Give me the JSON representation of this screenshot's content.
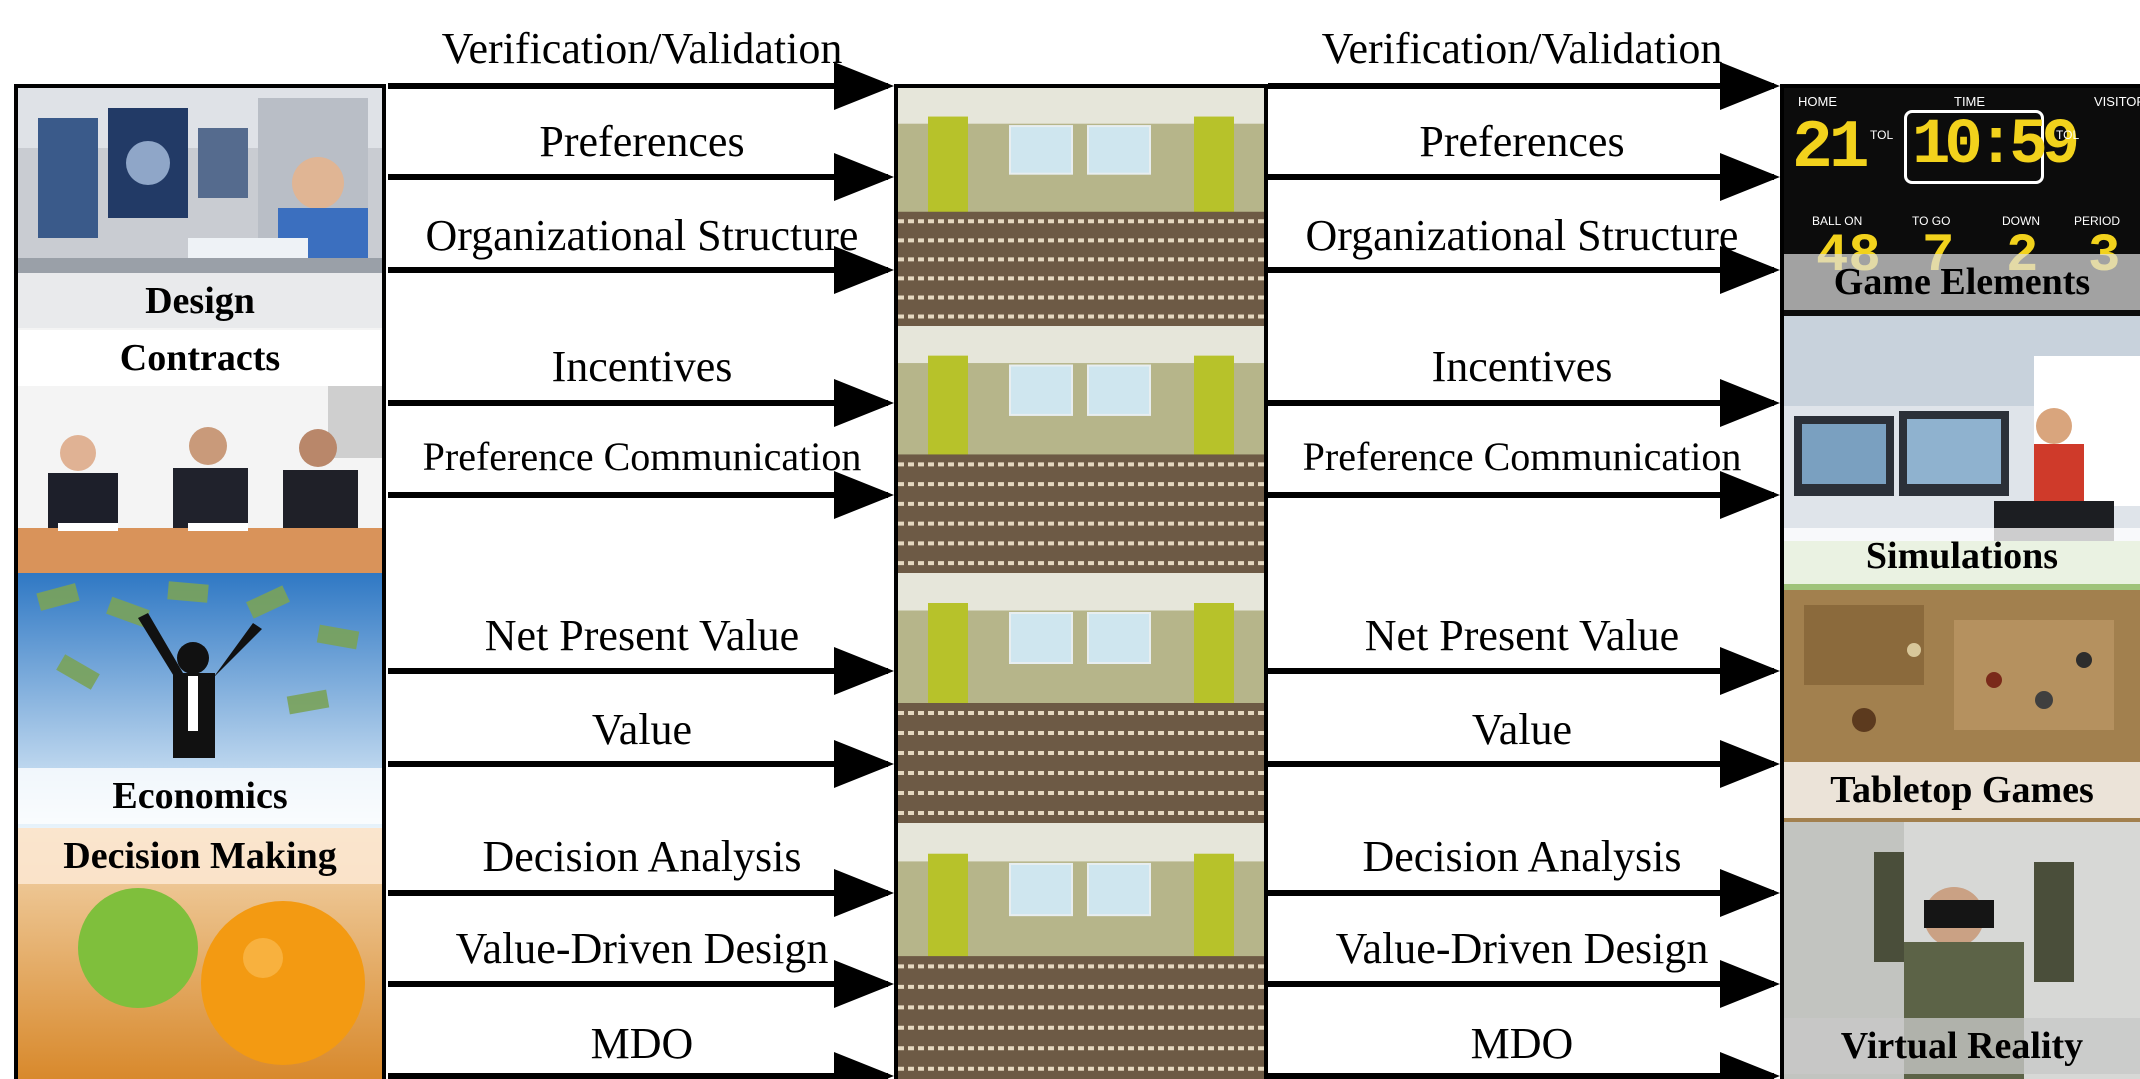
{
  "left_column": {
    "captions": [
      "Design",
      "Contracts",
      "Economics",
      "Decision Making"
    ]
  },
  "right_column": {
    "captions": [
      "Game Elements",
      "Simulations",
      "Tabletop Games",
      "Virtual Reality"
    ],
    "scoreboard": {
      "home": "HOME",
      "time": "TIME",
      "visitor": "VISITOR",
      "home_score": "21",
      "clock": "10:59",
      "tol": "TOL",
      "ball_on": "BALL ON",
      "to_go": "TO GO",
      "down": "DOWN",
      "period": "PERIOD",
      "ball_on_val": "48",
      "to_go_val": "7",
      "down_val": "2",
      "period_val": "3"
    }
  },
  "left_flows": [
    "Verification/Validation",
    "Preferences",
    "Organizational Structure",
    "Incentives",
    "Preference Communication",
    "Net Present Value",
    "Value",
    "Decision Analysis",
    "Value-Driven Design",
    "MDO"
  ],
  "right_flows": [
    "Verification/Validation",
    "Preferences",
    "Organizational Structure",
    "Incentives",
    "Preference Communication",
    "Net Present Value",
    "Value",
    "Decision Analysis",
    "Value-Driven Design",
    "MDO"
  ],
  "colors": {
    "arrow": "#000000",
    "screen": "#cfe6ef",
    "wall": "#b8b78a",
    "accent_green": "#b7c22a",
    "score": "#f2d21c"
  }
}
